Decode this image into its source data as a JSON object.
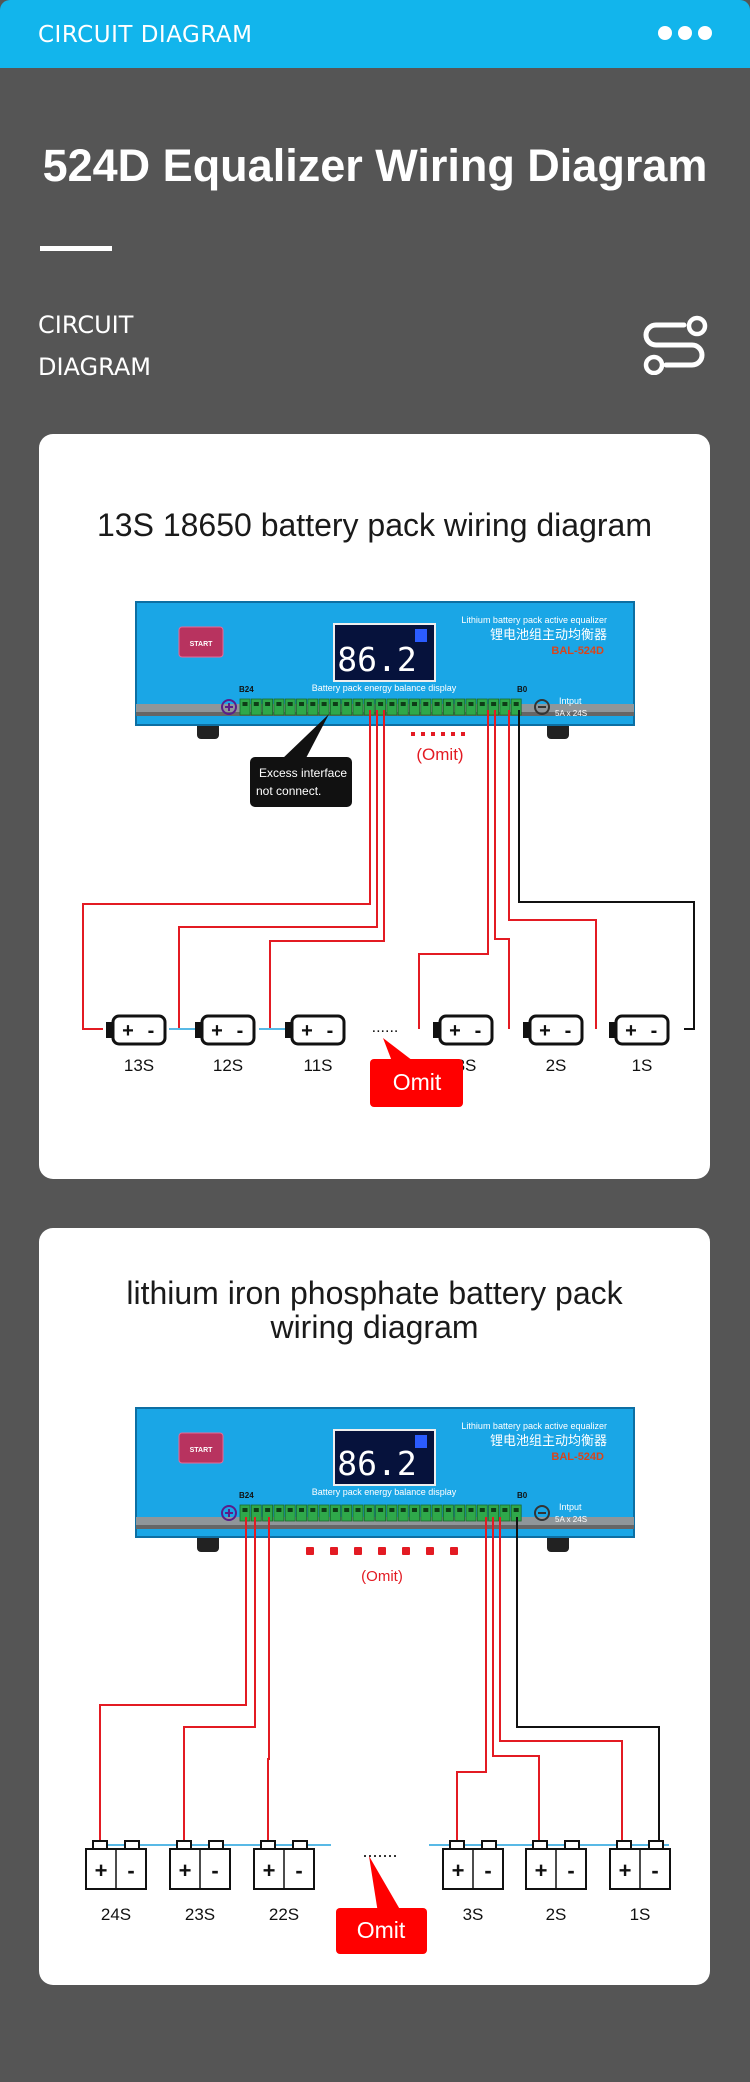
{
  "header": {
    "title": "CIRCUIT DIAGRAM",
    "more_icon": "more-dots-icon"
  },
  "page_title": "524D Equalizer Wiring Diagram",
  "section_label": {
    "line1": "CIRCUIT",
    "line2": "DIAGRAM",
    "icon": "route-icon"
  },
  "device": {
    "start_label": "START",
    "display_value": "86.2",
    "title_en": "Lithium battery pack active equalizer",
    "title_cn": "锂电池组主动均衡器",
    "model": "BAL-524D",
    "display_caption": "Battery pack energy balance display",
    "left_port": "B24",
    "right_port": "B0",
    "input_label": "Intput",
    "input_spec": "5A x 24S"
  },
  "diagram1": {
    "title": "13S 18650 battery pack wiring diagram",
    "callout_line1": "Excess interface",
    "callout_line2": "not connect.",
    "omit_small": "(Omit)",
    "omit_badge": "Omit",
    "dots": "......",
    "cells": [
      "13S",
      "12S",
      "11S",
      "3S",
      "2S",
      "1S"
    ]
  },
  "diagram2": {
    "title_line1": "lithium iron phosphate battery pack",
    "title_line2": "wiring diagram",
    "omit_small": "(Omit)",
    "omit_badge": "Omit",
    "dots": ".......",
    "cells": [
      "24S",
      "23S",
      "22S",
      "3S",
      "2S",
      "1S"
    ]
  },
  "colors": {
    "accent": "#12b5ec",
    "wire_red": "#e31b23",
    "wire_black": "#111111",
    "omit_red": "#ff0000",
    "bg": "#555555"
  }
}
